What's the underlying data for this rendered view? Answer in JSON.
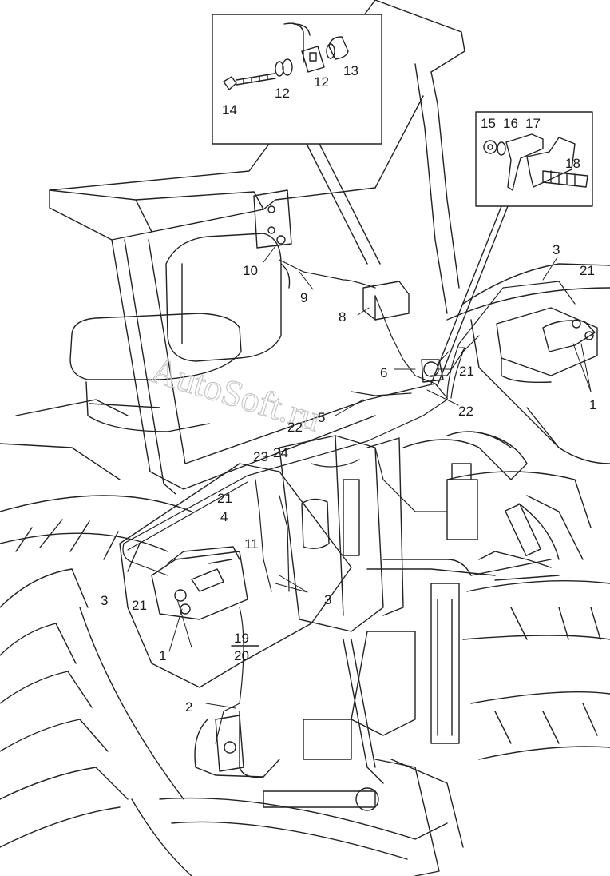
{
  "watermark": "AutoSoft.ru",
  "callouts": [
    "1",
    "1",
    "2",
    "3",
    "3",
    "3",
    "4",
    "5",
    "6",
    "7",
    "8",
    "9",
    "10",
    "11",
    "12",
    "12",
    "13",
    "14",
    "15",
    "16",
    "17",
    "18",
    "19",
    "20",
    "21",
    "21",
    "21",
    "21",
    "22",
    "22",
    "23",
    "24"
  ],
  "fraction": {
    "numerator": "19",
    "denominator": "20"
  }
}
